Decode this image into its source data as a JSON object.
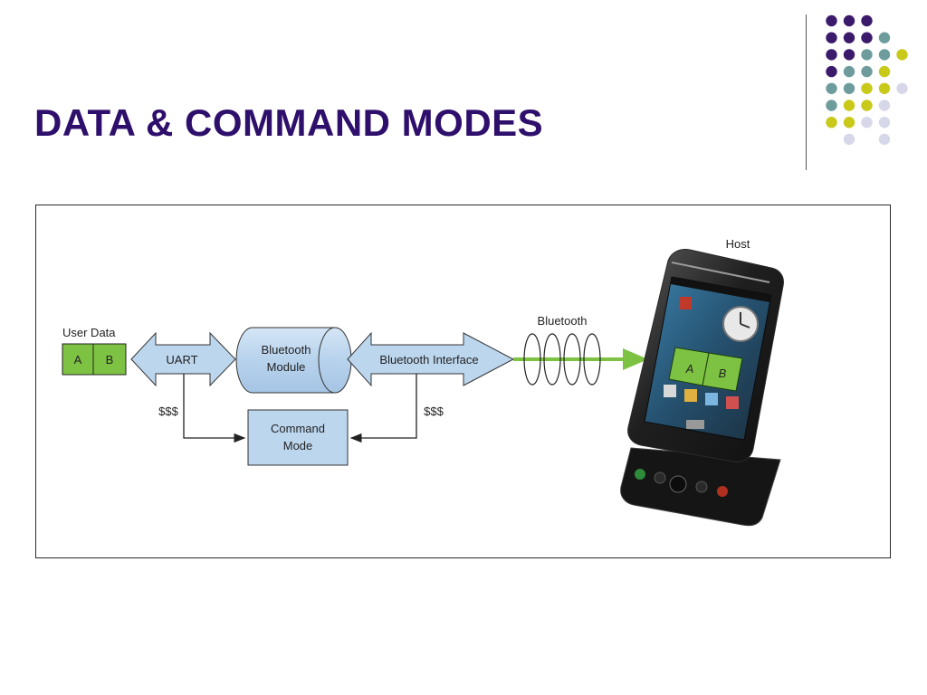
{
  "slide": {
    "title": "DATA & COMMAND MODES"
  },
  "diagram": {
    "user_data_label": "User Data",
    "cell_a": "A",
    "cell_b": "B",
    "uart_label": "UART",
    "bt_module_line1": "Bluetooth",
    "bt_module_line2": "Module",
    "bt_interface_label": "Bluetooth Interface",
    "bluetooth_label": "Bluetooth",
    "host_label": "Host",
    "escape_left": "$$$",
    "escape_right": "$$$",
    "command_mode_line1": "Command",
    "command_mode_line2": "Mode",
    "phone_cell_a": "A",
    "phone_cell_b": "B"
  },
  "colors": {
    "title": "#2e0f6b",
    "box_fill": "#bcd6ee",
    "green": "#7dc242",
    "dot_purple": "#3b1a6b",
    "dot_teal": "#6e9c9c",
    "dot_yellow": "#c9c91a",
    "dot_lavender": "#d7d7ea"
  }
}
